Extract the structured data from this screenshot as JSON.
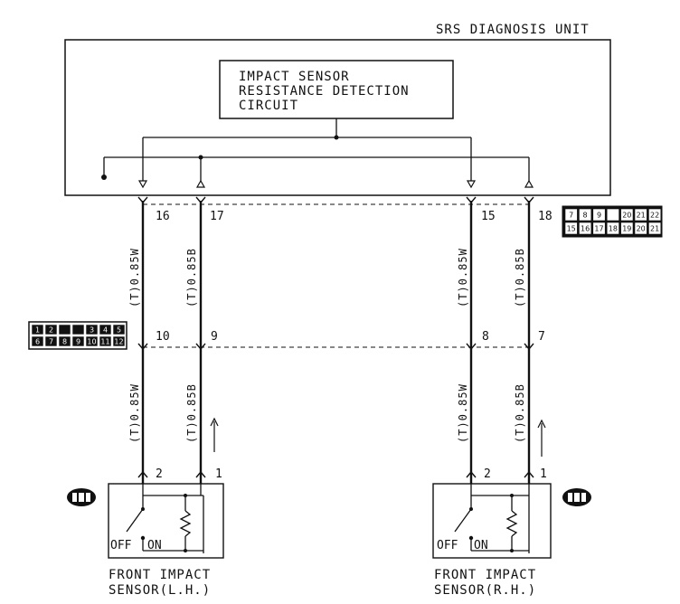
{
  "diagram": {
    "unit_title": "SRS DIAGNOSIS UNIT",
    "circuit_label": [
      "IMPACT SENSOR",
      "RESISTANCE DETECTION",
      "CIRCUIT"
    ],
    "upper_pins": {
      "p16": "16",
      "p17": "17",
      "p15": "15",
      "p18": "18"
    },
    "mid_pins": {
      "p10": "10",
      "p9": "9",
      "p8": "8",
      "p7": "7"
    },
    "lower_pins_lh": {
      "p2": "2",
      "p1": "1"
    },
    "lower_pins_rh": {
      "p2": "2",
      "p1": "1"
    },
    "wire_labels": {
      "w_lh_a_top": "(T)0.85W",
      "w_lh_b_top": "(T)0.85B",
      "w_rh_a_top": "(T)0.85W",
      "w_rh_b_top": "(T)0.85B",
      "w_lh_a_bot": "(T)0.85W",
      "w_lh_b_bot": "(T)0.85B",
      "w_rh_a_bot": "(T)0.85W",
      "w_rh_b_bot": "(T)0.85B"
    },
    "sensor_lh": {
      "off": "OFF",
      "on": "ON",
      "name_line1": "FRONT IMPACT",
      "name_line2": "SENSOR(L.H.)"
    },
    "sensor_rh": {
      "off": "OFF",
      "on": "ON",
      "name_line1": "FRONT IMPACT",
      "name_line2": "SENSOR(R.H.)"
    }
  },
  "connector_right": {
    "top": [
      "7",
      "8",
      "9",
      "",
      "20",
      "21",
      "22"
    ],
    "bottom": [
      "15",
      "16",
      "17",
      "18",
      "19",
      "20",
      "21"
    ]
  },
  "connector_left": {
    "top": [
      "1",
      "2",
      "",
      "",
      "3",
      "4",
      "5"
    ],
    "bottom": [
      "6",
      "7",
      "8",
      "9",
      "10",
      "11",
      "12"
    ]
  }
}
